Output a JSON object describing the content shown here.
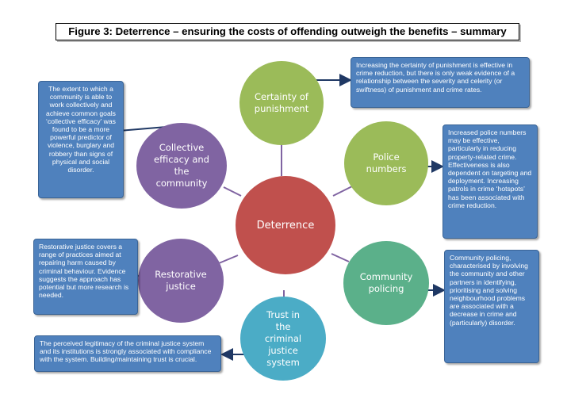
{
  "title": "Figure 3: Deterrence – ensuring the costs of offending  outweigh the benefits – summary",
  "center": {
    "label": "Deterrence",
    "color": "#c0504d"
  },
  "nodes": {
    "certainty": {
      "label": "Certainty of punishment",
      "color": "#9bbb59"
    },
    "police": {
      "label": "Police numbers",
      "color": "#9bbb59"
    },
    "community_policing": {
      "label": "Community policing",
      "color": "#5bb08a"
    },
    "trust": {
      "label": "Trust in the criminal justice system",
      "color": "#4bacc6"
    },
    "restorative": {
      "label": "Restorative justice",
      "color": "#8064a2"
    },
    "collective": {
      "label": "Collective efficacy and the community",
      "color": "#8064a2"
    }
  },
  "boxes": {
    "certainty": "Increasing the certainty of punishment is effective in crime reduction, but there is only weak evidence of a relationship between the severity and celerity (or swiftness) of punishment and crime rates.",
    "police": "Increased police numbers may be effective, particularly in reducing property-related crime. Effectiveness is also dependent on targeting and deployment. Increasing patrols in crime ‘hotspots’ has been associated with crime reduction.",
    "community_policing": "Community policing, characterised by involving the community and other partners in identifying, prioritising and solving neighbourhood problems are associated with a decrease in crime and (particularly) disorder.",
    "trust": "The perceived legitimacy of the criminal justice system and its institutions is strongly associated with compliance with the system.  Building/maintaining trust is crucial.",
    "restorative": "Restorative justice covers a range of practices aimed at repairing harm caused by criminal behaviour. Evidence suggests the approach has potential but more research is needed.",
    "collective": "The extent to which a community is able to work collectively and achieve common goals ‘collective efficacy’ was found to be a more powerful predictor of violence, burglary and robbery than signs of physical and social disorder."
  },
  "colors": {
    "box": "#4f81bd",
    "connector": "#8064a2",
    "arrow": "#1f3864"
  }
}
